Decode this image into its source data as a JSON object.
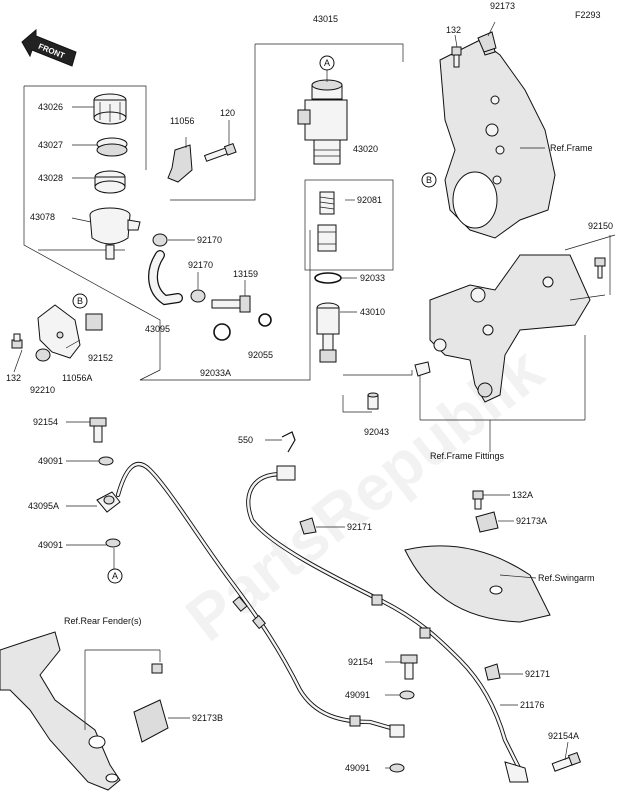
{
  "diagram_code": "F2293",
  "front_label": "FRONT",
  "labels": {
    "p43015": "43015",
    "p43020": "43020",
    "p43026": "43026",
    "p43027": "43027",
    "p43028": "43028",
    "p43078": "43078",
    "p11056": "11056",
    "p120": "120",
    "p92173_top": "92173",
    "p132_top": "132",
    "p92081": "92081",
    "p92170_a": "92170",
    "p92170_b": "92170",
    "p13159": "13159",
    "p92150": "92150",
    "p92033": "92033",
    "p43010": "43010",
    "p43095": "43095",
    "p92055": "92055",
    "p92033A": "92033A",
    "p92152": "92152",
    "p132_left": "132",
    "p92210": "92210",
    "p11056A": "11056A",
    "p92154_a": "92154",
    "p550": "550",
    "p92043": "92043",
    "p49091_a": "49091",
    "p43095A": "43095A",
    "p49091_b": "49091",
    "p92171_a": "92171",
    "p132A": "132A",
    "p92173A": "92173A",
    "p92154_b": "92154",
    "p92171_b": "92171",
    "p49091_c": "49091",
    "p21176": "21176",
    "p92173B": "92173B",
    "p92154A": "92154A",
    "p49091_d": "49091"
  },
  "references": {
    "frame": "Ref.Frame",
    "frame_fittings": "Ref.Frame Fittings",
    "swingarm": "Ref.Swingarm",
    "rear_fender": "Ref.Rear Fender(s)"
  },
  "callouts": {
    "A_top": "A",
    "A_bottom": "A",
    "B_frame": "B",
    "B_bracket": "B"
  },
  "watermark": "PartsRepublik"
}
